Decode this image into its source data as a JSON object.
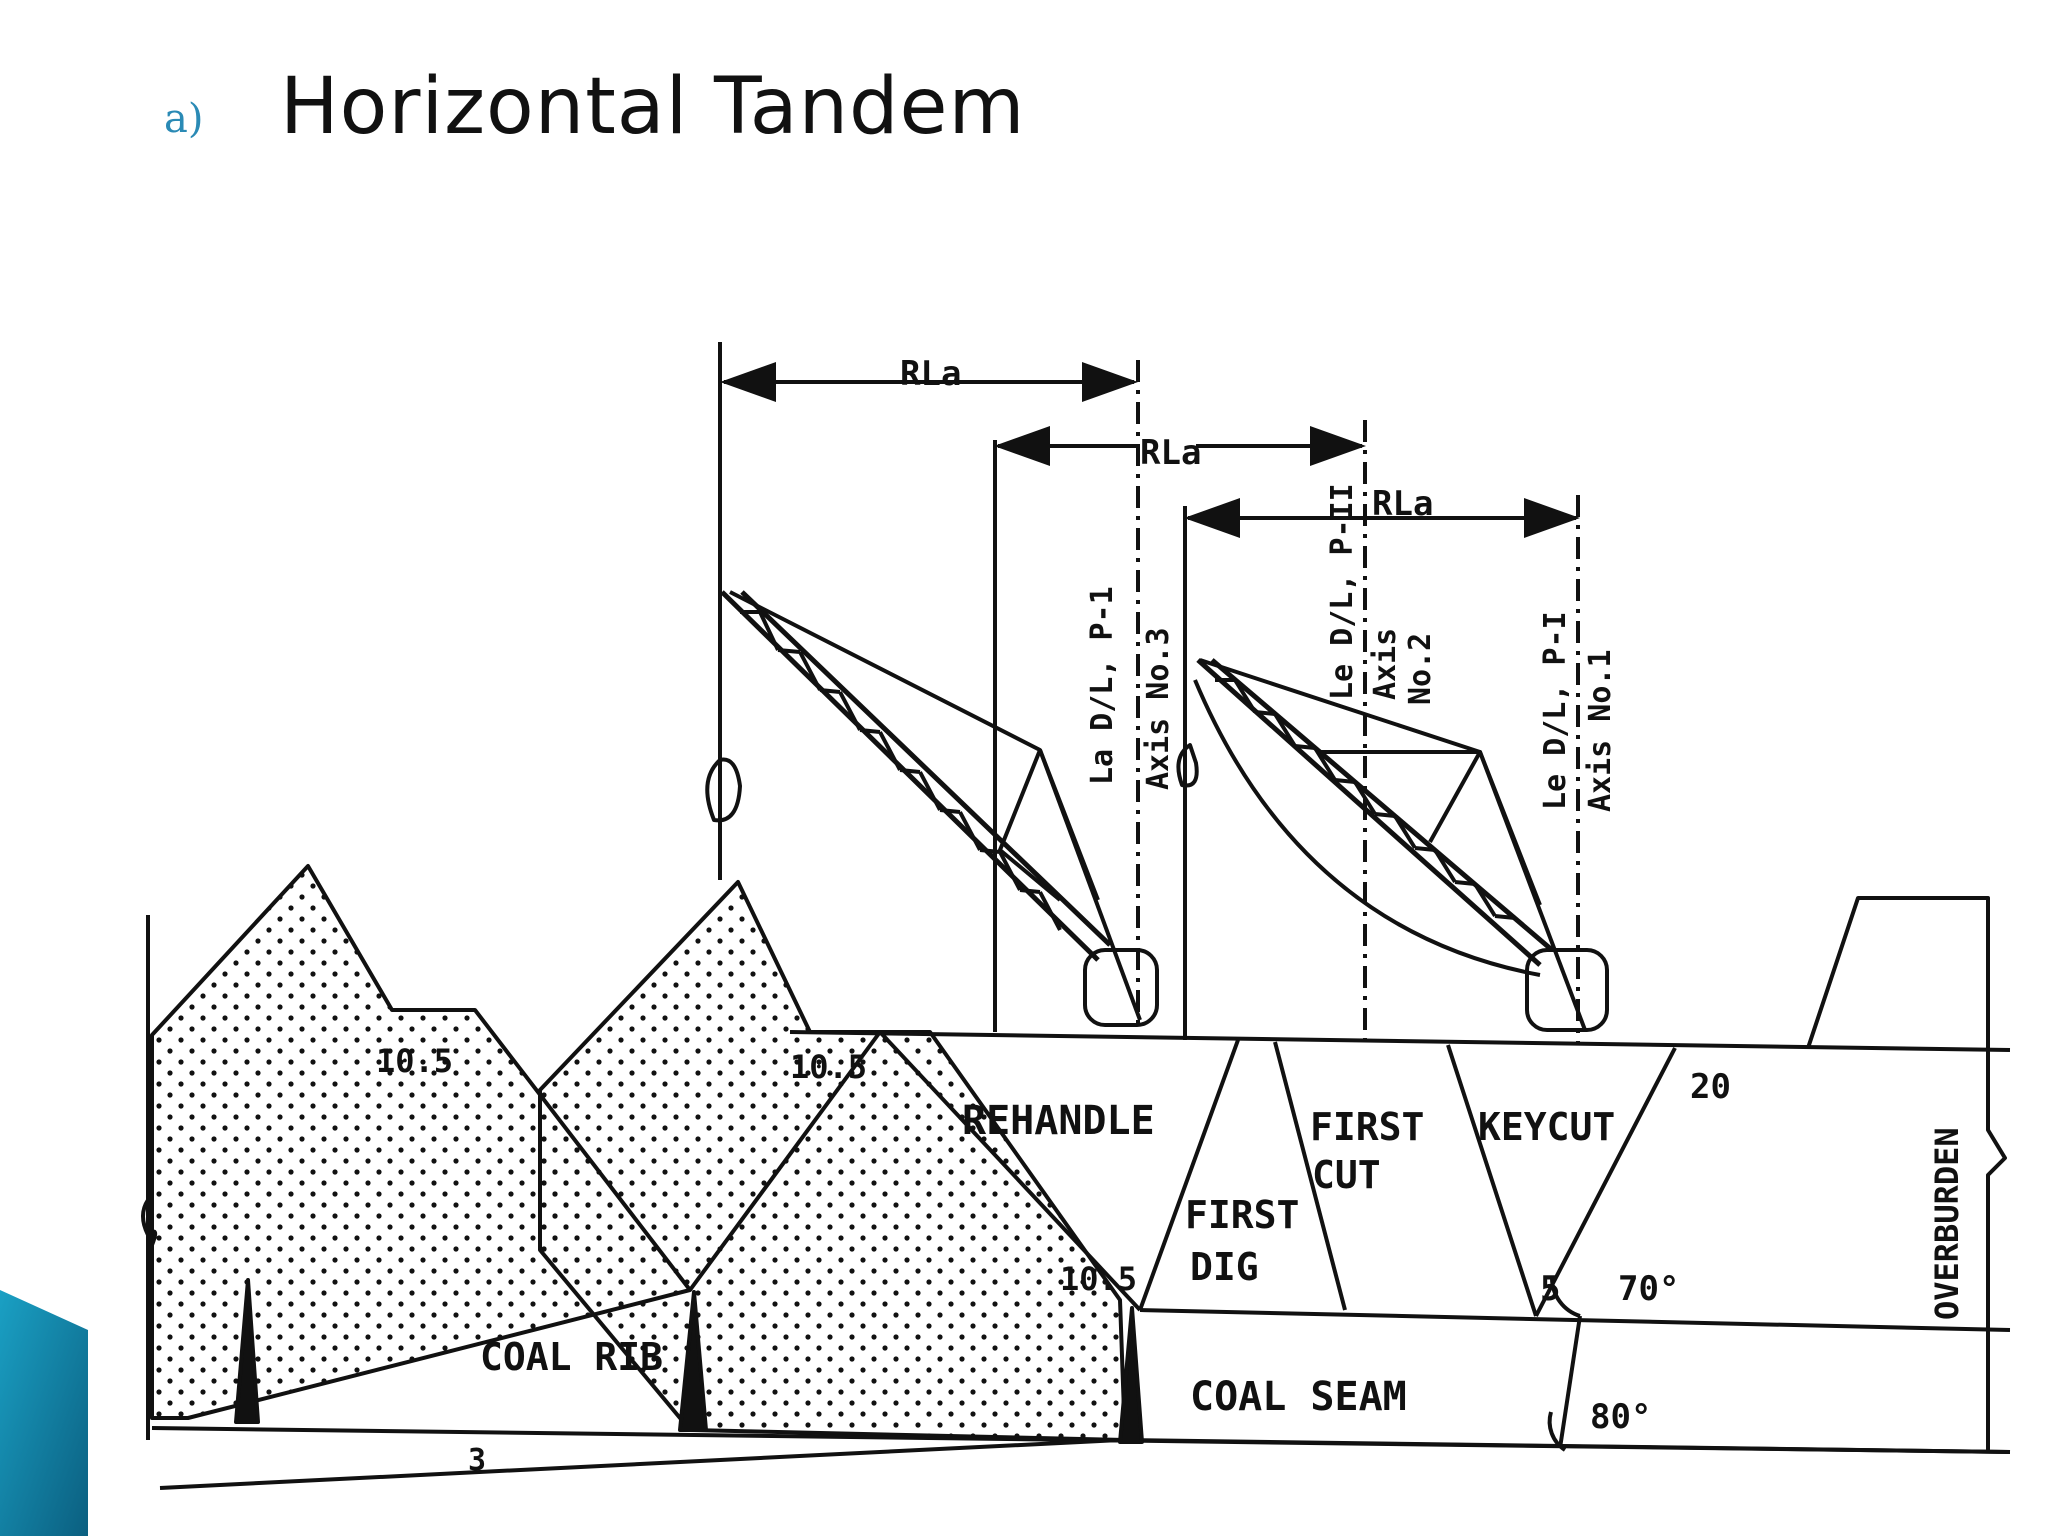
{
  "slide": {
    "bullet": "a)",
    "title": "Horizontal Tandem"
  },
  "diagram": {
    "labels": {
      "radius_1": "RLa",
      "radius_2": "RLa",
      "radius_3": "RLa",
      "axis_3_line1": "La D/L, P-1",
      "axis_3_line2": "Axis No.3",
      "axis_2_line1": "Le D/L, P-II",
      "axis_2_line2": "Axis",
      "axis_2_line3": "No.2",
      "axis_1_line1": "Le D/L, P-I",
      "axis_1_line2": "Axis No.1",
      "rehandle": "REHANDLE",
      "first_dig_1": "FIRST",
      "first_dig_2": "DIG",
      "first_cut_1": "FIRST",
      "first_cut_2": "CUT",
      "keycut": "KEYCUT",
      "coal_seam": "COAL SEAM",
      "coal_rib": "COAL RIB",
      "overburden": "OVERBURDEN",
      "slope_left": "10.5",
      "slope_mid": "10.5",
      "slope_low": "10.5",
      "height_20": "20",
      "dim_5": "5",
      "angle_70": "70°",
      "angle_80": "80°",
      "dim_3": "3"
    },
    "colors": {
      "accent": "#0e7fa0",
      "ink": "#111111"
    }
  }
}
